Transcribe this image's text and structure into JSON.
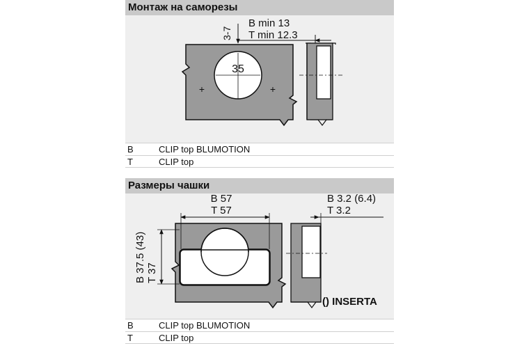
{
  "section1": {
    "title": "Монтаж на саморезы",
    "dims": {
      "depth": "3-7",
      "b_min": "B min 13",
      "t_min": "T min 12.3",
      "cup": "35"
    },
    "legend": [
      {
        "key": "B",
        "value": "CLIP top BLUMOTION"
      },
      {
        "key": "T",
        "value": "CLIP top"
      }
    ]
  },
  "section2": {
    "title": "Размеры чашки",
    "dims": {
      "b_width": "B 57",
      "t_width": "T 57",
      "b_height": "B 37.5 (43)",
      "t_height": "T 37",
      "b_depth": "B 3.2 (6.4)",
      "t_depth": "T 3.2",
      "note": "() INSERTA"
    },
    "legend": [
      {
        "key": "B",
        "value": "CLIP top BLUMOTION"
      },
      {
        "key": "T",
        "value": "CLIP top"
      }
    ]
  }
}
